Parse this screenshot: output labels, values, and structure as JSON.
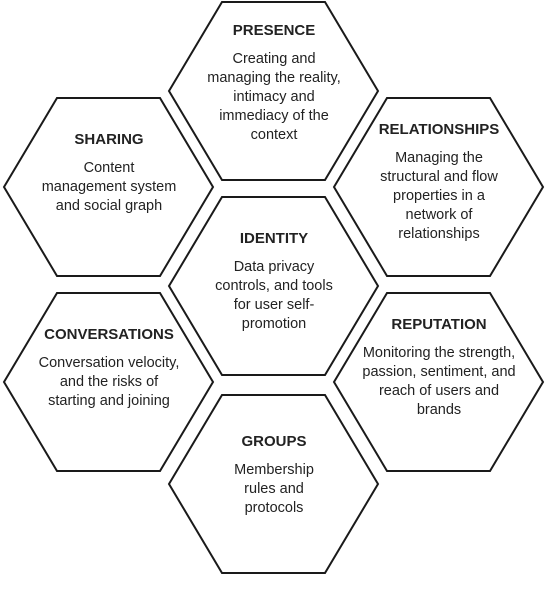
{
  "hexagons": {
    "presence": {
      "title": "PRESENCE",
      "description": "Creating and managing the reality, intimacy and immediacy of the context"
    },
    "sharing": {
      "title": "SHARING",
      "description": "Content management system and social graph"
    },
    "relationships": {
      "title": "RELATIONSHIPS",
      "description": "Managing the structural and flow properties in a network of relationships"
    },
    "identity": {
      "title": "IDENTITY",
      "description": "Data privacy controls, and tools for user self-promotion"
    },
    "conversations": {
      "title": "CONVERSATIONS",
      "description": "Conversation velocity, and the risks of starting and joining"
    },
    "reputation": {
      "title": "REPUTATION",
      "description": "Monitoring the strength, passion, sentiment, and reach of users and brands"
    },
    "groups": {
      "title": "GROUPS",
      "description": "Membership rules and protocols"
    }
  },
  "colors": {
    "stroke": "#1a1a1a",
    "fill": "#ffffff",
    "text": "#222222"
  }
}
